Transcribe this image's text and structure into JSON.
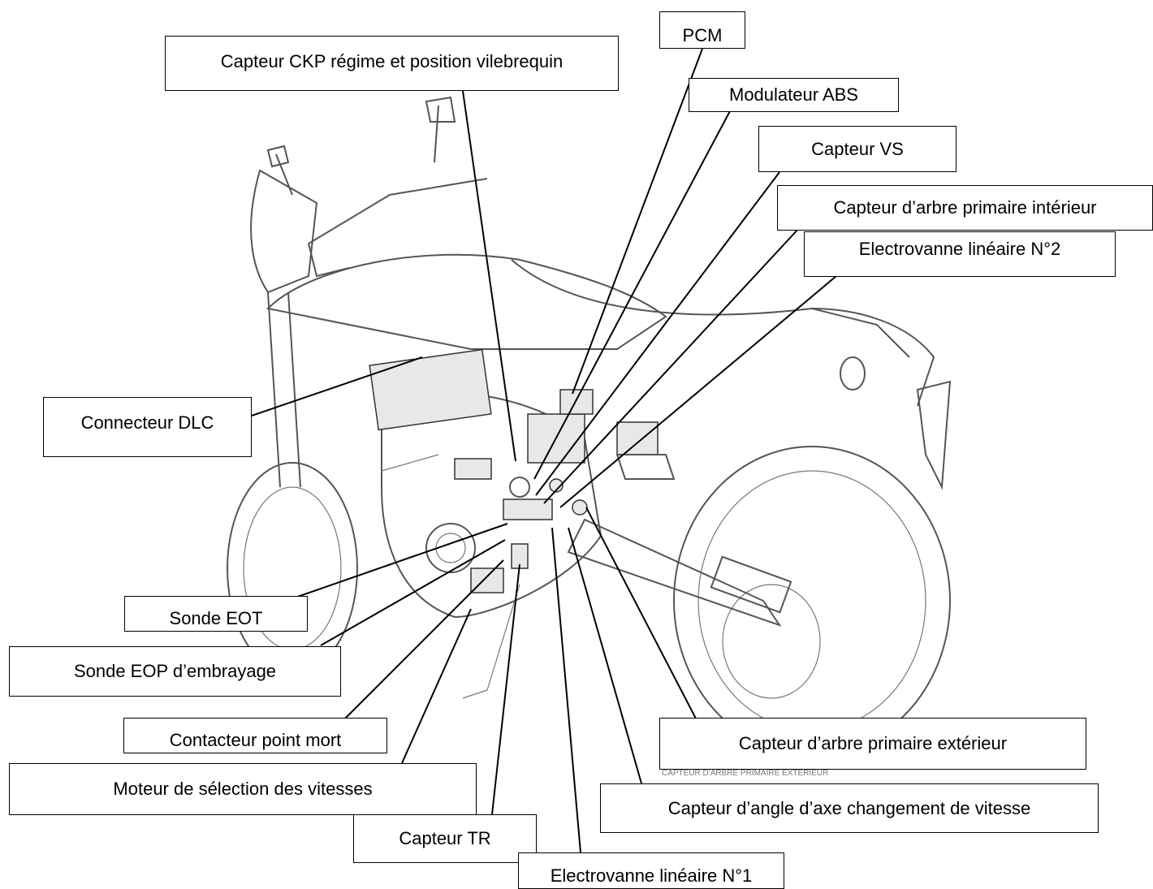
{
  "labels": {
    "pcm": "PCM",
    "ckp": "Capteur CKP régime et position vilebrequin",
    "abs": "Modulateur ABS",
    "vs": "Capteur VS",
    "arbre_interieur": "Capteur d’arbre primaire intérieur",
    "electrovanne2": "Electrovanne linéaire N°2",
    "dlc": "Connecteur DLC",
    "eot": "Sonde EOT",
    "eop": "Sonde EOP d’embrayage",
    "point_mort": "Contacteur point mort",
    "moteur_selection": "Moteur de sélection des vitesses",
    "tr": "Capteur TR",
    "electrovanne1": "Electrovanne linéaire N°1",
    "arbre_exterieur": "Capteur d’arbre primaire extérieur",
    "angle_axe": "Capteur d’angle d’axe changement de vitesse"
  },
  "figure_caption": "CAPTEUR D'ARBRE PRIMAIRE EXTERIEUR",
  "colors": {
    "line": "#000000",
    "drawing": "#555555"
  }
}
